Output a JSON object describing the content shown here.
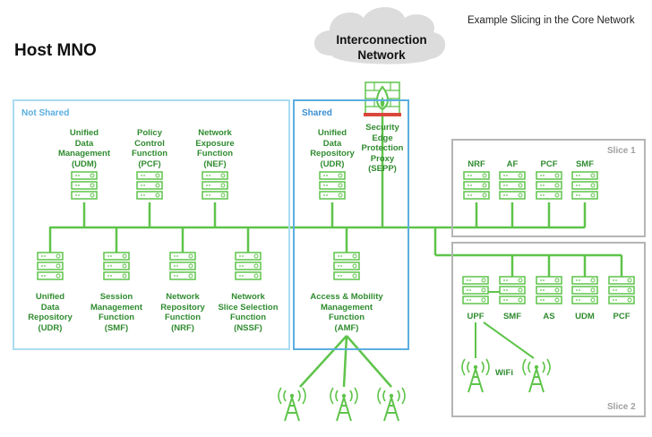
{
  "title": "Host MNO",
  "caption": "Example Slicing in the Core Network",
  "cloud": {
    "label": "Interconnection\nNetwork"
  },
  "groups": {
    "not_shared": {
      "label": "Not Shared",
      "color": "#a9dcf2"
    },
    "shared": {
      "label": "Shared",
      "color": "#5aaee0"
    },
    "slice1": {
      "label": "Slice 1",
      "color": "#b5b5b5"
    },
    "slice2": {
      "label": "Slice 2",
      "color": "#b5b5b5"
    }
  },
  "colors": {
    "line": "#5ec44a",
    "label": "#2f8b2f",
    "firewall": "#d9473a"
  },
  "nf": {
    "udm_top": "Unified\nData\nManagement\n(UDM)",
    "pcf_top": "Policy\nControl\nFunction\n(PCF)",
    "nef": "Network\nExposure\nFunction\n(NEF)",
    "udr_shared": "Unified\nData\nRepository\n(UDR)",
    "sepp": "Security\nEdge\nProtection\nProxy\n(SEPP)",
    "udr_bottom": "Unified\nData\nRepository\n(UDR)",
    "smf_bottom": "Session\nManagement\nFunction\n(SMF)",
    "nrf_bottom": "Network\nRepository\nFunction\n(NRF)",
    "nssf": "Network\nSlice Selection\nFunction\n(NSSF)",
    "amf": "Access & Mobility\nManagement\nFunction\n(AMF)"
  },
  "slice1_items": [
    "NRF",
    "AF",
    "PCF",
    "SMF"
  ],
  "slice2_items": [
    "UPF",
    "SMF",
    "AS",
    "UDM",
    "PCF"
  ],
  "wifi_label": "WiFi",
  "icons": [
    "server-icon",
    "firewall-icon",
    "antenna-icon",
    "cloud-icon"
  ]
}
